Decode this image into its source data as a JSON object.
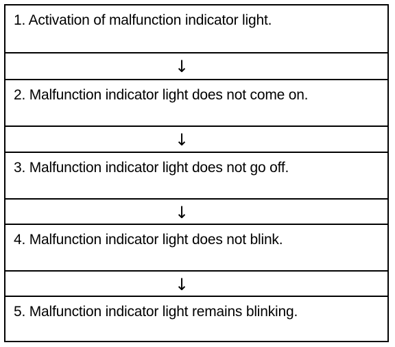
{
  "steps": [
    {
      "label": "1. Activation of malfunction indicator light."
    },
    {
      "label": "2. Malfunction indicator light does not come on."
    },
    {
      "label": "3. Malfunction indicator light does not go off."
    },
    {
      "label": "4. Malfunction indicator light does not blink."
    },
    {
      "label": "5. Malfunction indicator light remains blinking."
    }
  ],
  "arrow_glyph": "↓"
}
